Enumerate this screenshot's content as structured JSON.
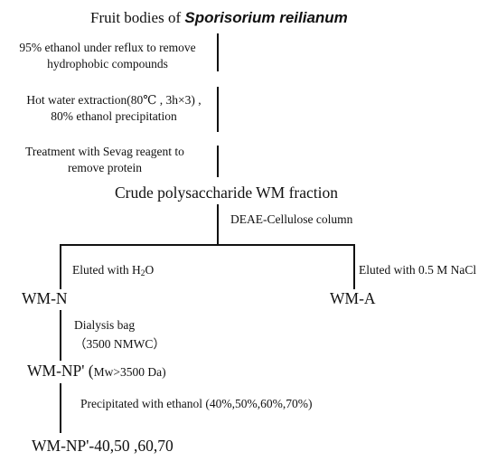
{
  "title": {
    "prefix": "Fruit bodies of ",
    "species": "Sporisorium reilianum"
  },
  "steps": {
    "ethanol_reflux": [
      "95% ethanol under reflux to remove",
      "hydrophobic compounds"
    ],
    "hot_water": [
      "Hot water extraction(80℃ , 3h×3) ,",
      "80% ethanol precipitation"
    ],
    "sevag": [
      "Treatment with Sevag reagent to",
      "remove protein"
    ]
  },
  "crude": "Crude polysaccharide WM fraction",
  "column": "DEAE-Cellulose column",
  "left_branch": {
    "eluted_prefix": "Eluted with H",
    "eluted_sub": "2",
    "eluted_suffix": "O",
    "product": "WM-N"
  },
  "right_branch": {
    "eluted": "Eluted with 0.5 M NaCl",
    "product": "WM-A"
  },
  "dialysis": {
    "line1": "Dialysis bag",
    "line2": "（3500 NMWC）"
  },
  "wm_np": {
    "name": "WM-NP' (",
    "detail": "Mw>3500 Da)"
  },
  "precipitation": "Precipitated with  ethanol (40%,50%,60%,70%)",
  "final": "WM-NP'-40,50 ,60,70"
}
